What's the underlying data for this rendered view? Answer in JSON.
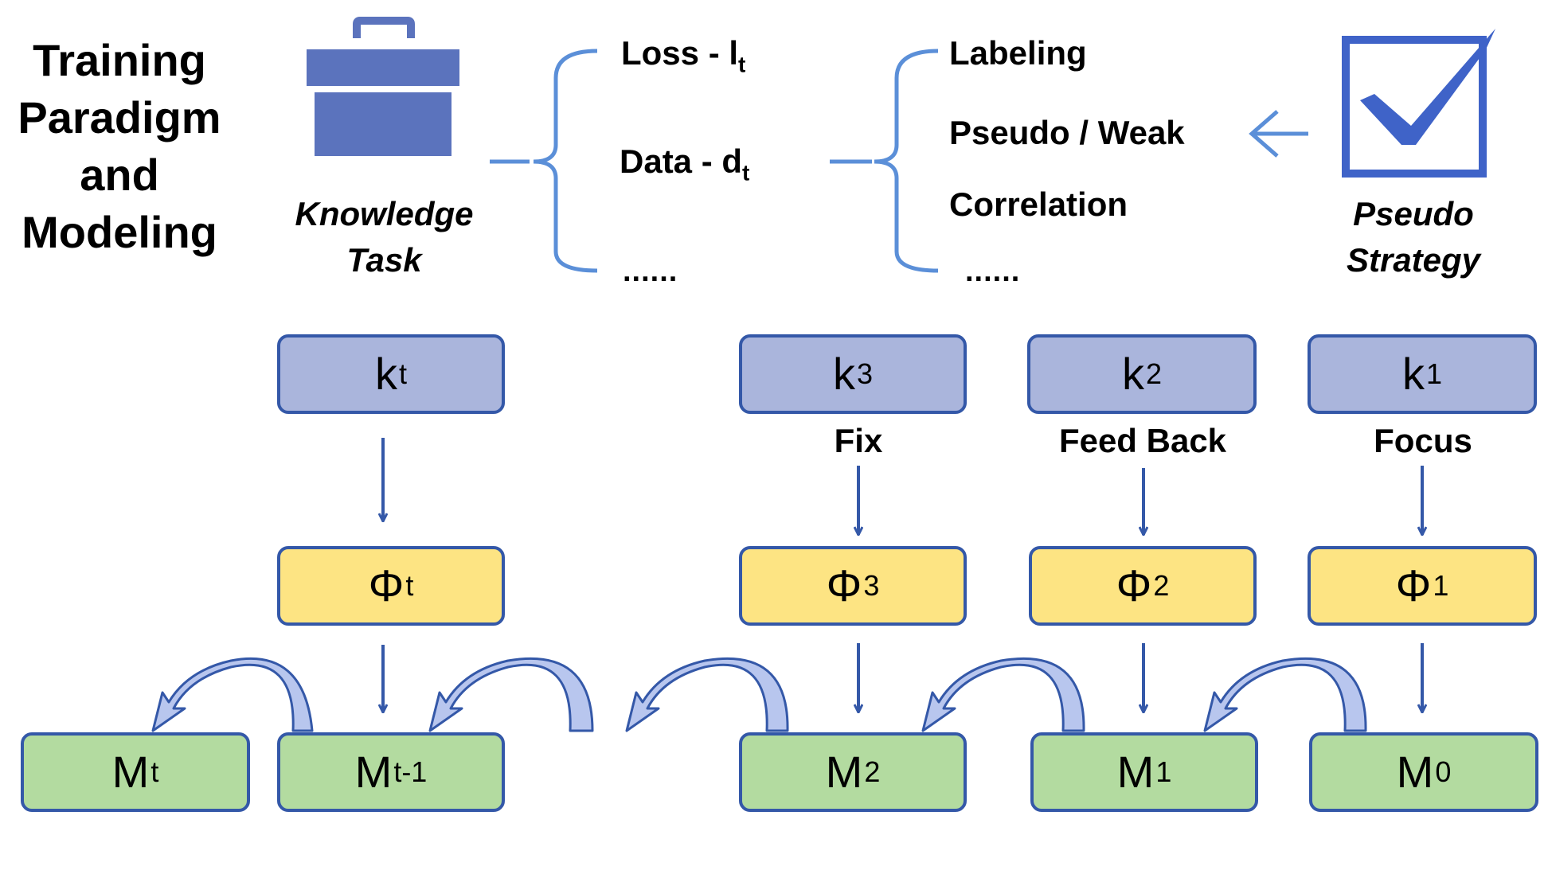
{
  "title": {
    "lines": [
      "Training",
      "Paradigm",
      "and",
      "Modeling"
    ]
  },
  "knowledge_task": {
    "lines": [
      "Knowledge",
      "Task"
    ],
    "icon": "toolbox-icon"
  },
  "task_items": {
    "loss": {
      "text": "Loss - l",
      "sub": "t"
    },
    "data": {
      "text": "Data - d",
      "sub": "t"
    },
    "more": "......"
  },
  "data_items": {
    "labeling": "Labeling",
    "pseudo_weak": "Pseudo / Weak",
    "correlation": "Correlation",
    "more": "......"
  },
  "pseudo_strategy": {
    "lines": [
      "Pseudo",
      "Strategy"
    ],
    "icon": "checkbox-checked-icon"
  },
  "steps": [
    {
      "id": "t",
      "k": {
        "base": "k",
        "sub": "t"
      },
      "phi": {
        "base": "Φ",
        "sub": "t"
      },
      "label": ""
    },
    {
      "id": "3",
      "k": {
        "base": "k",
        "sub": "3"
      },
      "phi": {
        "base": "Φ",
        "sub": "3"
      },
      "label": "Fix"
    },
    {
      "id": "2",
      "k": {
        "base": "k",
        "sub": "2"
      },
      "phi": {
        "base": "Φ",
        "sub": "2"
      },
      "label": "Feed Back"
    },
    {
      "id": "1",
      "k": {
        "base": "k",
        "sub": "1"
      },
      "phi": {
        "base": "Φ",
        "sub": "1"
      },
      "label": "Focus"
    }
  ],
  "models": [
    {
      "base": "M",
      "sub": "t"
    },
    {
      "base": "M",
      "sub": "t-1"
    },
    {
      "base": "M",
      "sub": "2"
    },
    {
      "base": "M",
      "sub": "1"
    },
    {
      "base": "M",
      "sub": "0"
    }
  ],
  "colors": {
    "line": "#3458a8",
    "k_fill": "#aab5dc",
    "phi_fill": "#fde483",
    "m_fill": "#b3dba0",
    "icon": "#5b73bd"
  }
}
